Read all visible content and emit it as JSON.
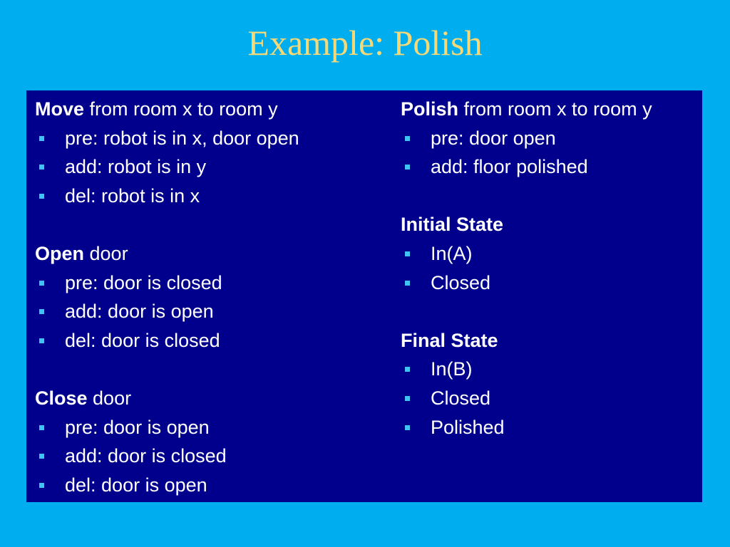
{
  "title": "Example: Polish",
  "left_column": {
    "move": {
      "head_bold": "Move",
      "head_rest": " from room x to room y",
      "items": [
        "pre: robot is in x, door open",
        "add: robot is in y",
        "del: robot is in x"
      ]
    },
    "open": {
      "head_bold": "Open",
      "head_rest": " door",
      "items": [
        "pre: door is closed",
        "add: door is open",
        "del: door is closed"
      ]
    },
    "close": {
      "head_bold": "Close",
      "head_rest": " door",
      "items": [
        "pre: door is open",
        "add: door is closed",
        "del: door is open"
      ]
    }
  },
  "right_column": {
    "polish": {
      "head_bold": "Polish",
      "head_rest": " from room x to room y",
      "items": [
        "pre: door open",
        "add: floor polished"
      ]
    },
    "initial_state": {
      "head_bold": "Initial State",
      "items": [
        "In(A)",
        "Closed"
      ]
    },
    "final_state": {
      "head_bold": "Final State",
      "items": [
        "In(B)",
        "Closed",
        "Polished"
      ]
    }
  },
  "colors": {
    "background": "#00AEEF",
    "panel": "#00008C",
    "title": "#F5D978",
    "text": "#FFFFFF",
    "bullet": "#3FC3F5"
  }
}
